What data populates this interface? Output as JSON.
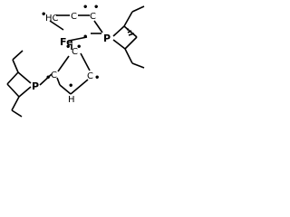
{
  "labels": {
    "hc_top": "HC",
    "c_top": "C",
    "c_tr": "C",
    "p_right": "P",
    "fe_label": "Fe",
    "c_mid": "C",
    "h_mid": "H",
    "p_left": "P",
    "c_lm": "C",
    "c_rm": "C",
    "h_bottom": "H"
  },
  "radicals": {
    "symbol": "•"
  }
}
